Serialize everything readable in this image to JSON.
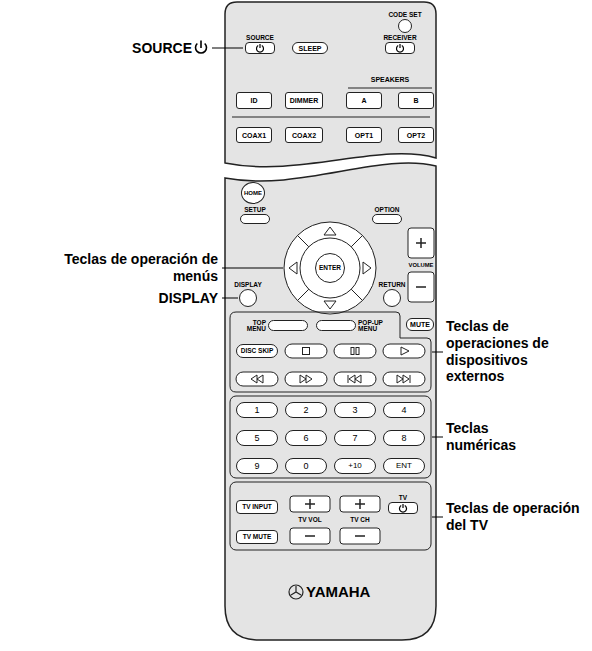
{
  "diagram": {
    "nodes": [
      {
        "text": [
          "YAMAHA"
        ]
      },
      {
        "text": [
          "CODE SET"
        ],
        "in": 0
      },
      {
        "text": [
          "SOURCE"
        ],
        "in": 0
      },
      {
        "text": [
          "SLEEP"
        ],
        "in": 0
      },
      {
        "text": [
          "RECEIVER"
        ],
        "in": 0
      },
      {
        "text": [
          "ID"
        ],
        "in": 0
      },
      {
        "text": [
          "DIMMER"
        ],
        "in": 0
      },
      {
        "text": [
          "A"
        ],
        "in": 0
      },
      {
        "text": [
          "B"
        ],
        "in": 0
      },
      {
        "text": [
          "COAX1"
        ],
        "in": 0
      },
      {
        "text": [
          "COAX2"
        ],
        "in": 0
      },
      {
        "text": [
          "OPT1"
        ],
        "in": 0
      },
      {
        "text": [
          "OPT2"
        ],
        "in": 0
      },
      {
        "text": [
          "HOME"
        ],
        "in": 0
      },
      {
        "text": [
          "SETUP"
        ],
        "in": 0
      },
      {
        "text": [
          "OPTION"
        ],
        "in": 0
      },
      {
        "text": [
          "ENTER"
        ],
        "in": 0
      },
      {
        "text": [
          "DISPLAY"
        ],
        "in": 0
      },
      {
        "text": [
          "RETURN"
        ],
        "in": 0
      },
      {
        "text": [
          "TOP MENU"
        ],
        "in": 0
      },
      {
        "text": [
          "POP-UP MENU"
        ],
        "in": 0
      },
      {
        "text": [
          "MUTE"
        ],
        "in": 0
      },
      {
        "text": [
          "DISC SKIP"
        ],
        "in": 0
      },
      {
        "text": [
          "1"
        ],
        "in": 0
      },
      {
        "text": [
          "2"
        ],
        "in": 0
      },
      {
        "text": [
          "3"
        ],
        "in": 0
      },
      {
        "text": [
          "4"
        ],
        "in": 0
      },
      {
        "text": [
          "5"
        ],
        "in": 0
      },
      {
        "text": [
          "6"
        ],
        "in": 0
      },
      {
        "text": [
          "7"
        ],
        "in": 0
      },
      {
        "text": [
          "8"
        ],
        "in": 0
      },
      {
        "text": [
          "9"
        ],
        "in": 0
      },
      {
        "text": [
          "0"
        ],
        "in": 0
      },
      {
        "text": [
          "+10"
        ],
        "in": 0
      },
      {
        "text": [
          "ENT"
        ],
        "in": 0
      },
      {
        "text": [
          "TV INPUT"
        ],
        "in": 0
      },
      {
        "text": [
          "TV"
        ],
        "in": 0
      },
      {
        "text": [
          "TV MUTE"
        ],
        "in": 0
      }
    ],
    "labels": [
      "SPEAKERS",
      "VOLUME",
      "TV VOL",
      "TV CH",
      "SOURCE",
      "Teclas de operación de menús",
      "DISPLAY",
      "Teclas de operaciones de dispositivos externos",
      "Teclas numéricas",
      "Teclas de operación del TV"
    ]
  }
}
